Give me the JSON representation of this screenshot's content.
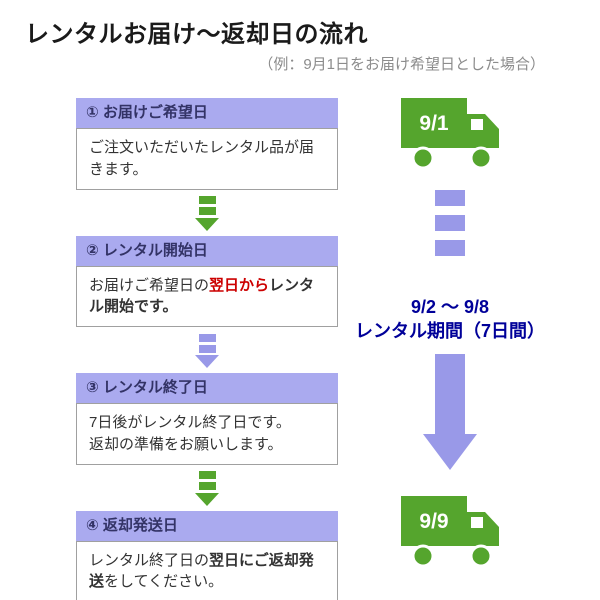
{
  "title": "レンタルお届け～返却日の流れ",
  "subtitle": "（例：9月1日をお届け希望日とした場合）",
  "colors": {
    "green": "#55A52D",
    "purple_light": "#AAAAEF",
    "purple_arrow": "#9999E8",
    "navy": "#000099",
    "red": "#CC0000",
    "header_text": "#333366",
    "body_text": "#333333",
    "subtitle_gray": "#8C8C8C",
    "box_border": "#A0A0A0"
  },
  "steps": [
    {
      "heading": "① お届けご希望日",
      "body": [
        {
          "text": "ご注文いただいたレンタル品が届きます。",
          "style": "normal"
        }
      ]
    },
    {
      "heading": "② レンタル開始日",
      "body": [
        {
          "text": "お届けご希望日の",
          "style": "normal"
        },
        {
          "text": "翌日から",
          "style": "red-bold"
        },
        {
          "text": "レンタル開始です。",
          "style": "bold"
        }
      ]
    },
    {
      "heading": "③ レンタル終了日",
      "body": [
        {
          "text": "7日後がレンタル終了日です。\n返却の準備をお願いします。",
          "style": "normal"
        }
      ]
    },
    {
      "heading": "④ 返却発送日",
      "body": [
        {
          "text": "レンタル終了日の",
          "style": "normal"
        },
        {
          "text": "翌日にご返却発送",
          "style": "bold"
        },
        {
          "text": "をしてください。",
          "style": "normal"
        }
      ]
    }
  ],
  "connectors": [
    "green",
    "purple",
    "green"
  ],
  "timeline": {
    "start_truck_label": "9/1",
    "end_truck_label": "9/9",
    "period_range": "9/2 ～ 9/8",
    "period_label": "レンタル期間（7日間）"
  }
}
